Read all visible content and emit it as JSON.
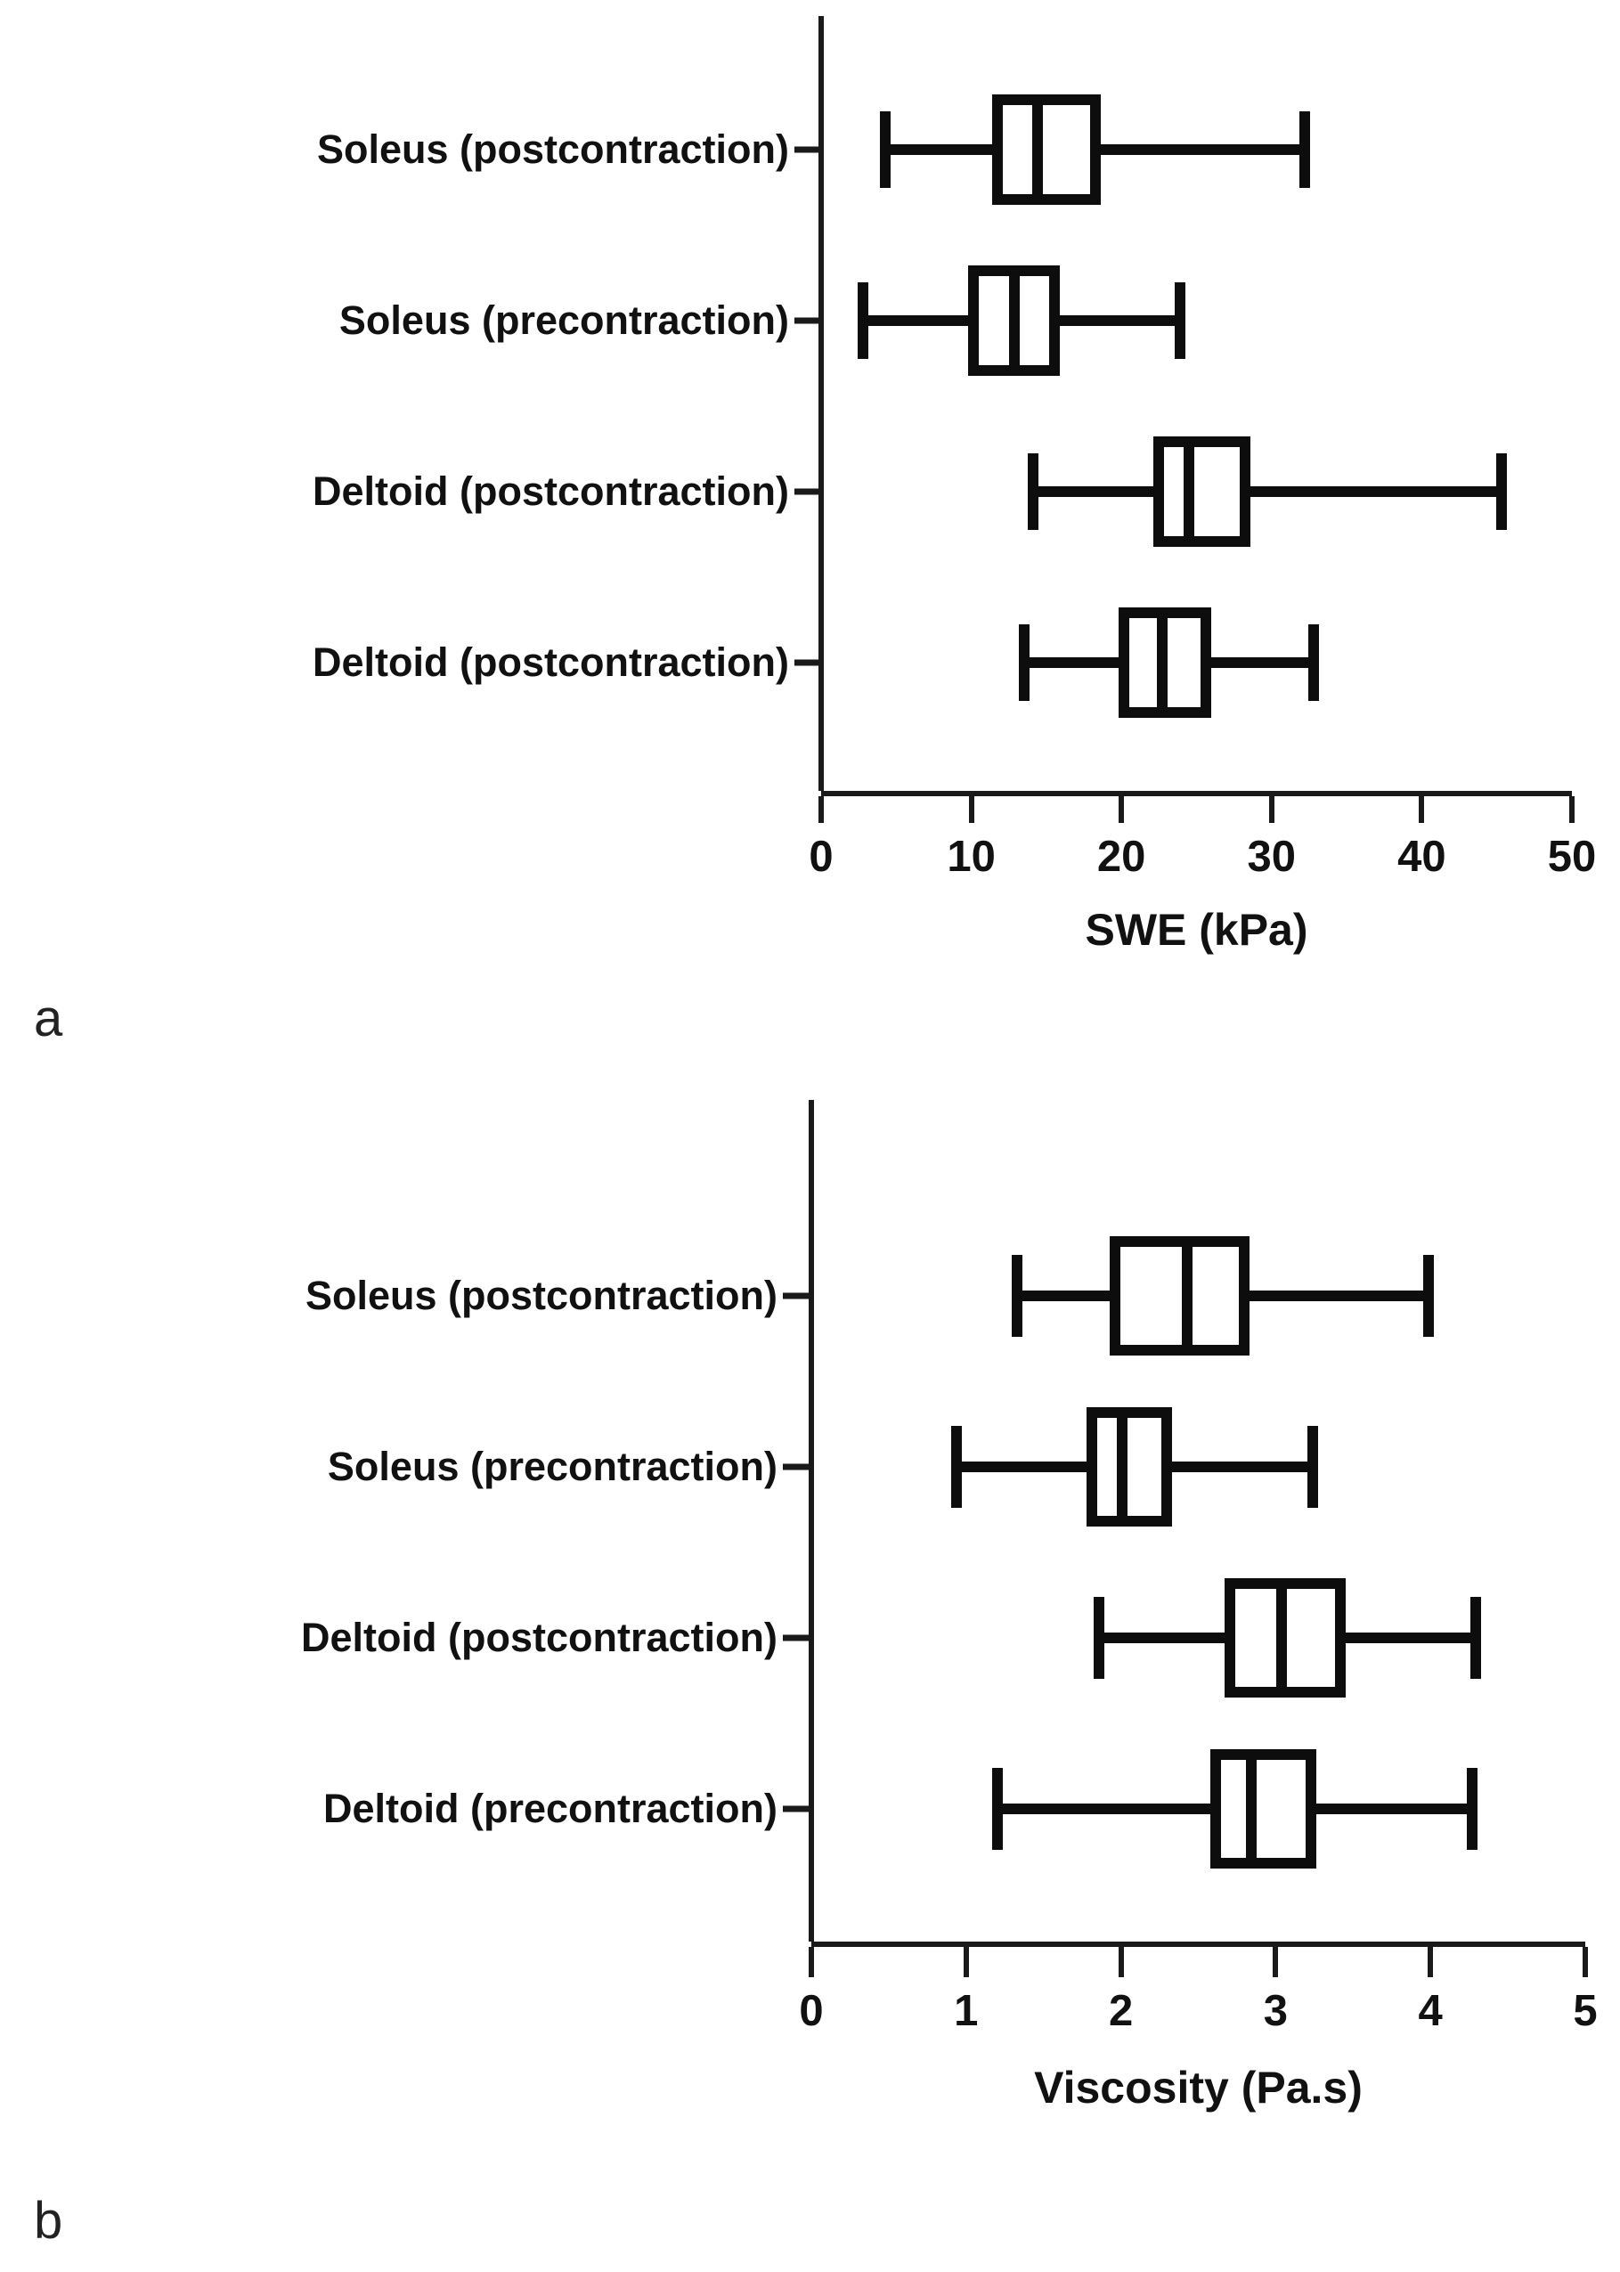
{
  "figure": {
    "panels": [
      {
        "letter": "a"
      },
      {
        "letter": "b"
      }
    ]
  },
  "chart_data": [
    {
      "type": "box",
      "panel": "a",
      "title": "",
      "xlabel": "SWE (kPa)",
      "ylabel": "",
      "xlim": [
        0,
        50
      ],
      "xticks": [
        0,
        10,
        20,
        30,
        40,
        50
      ],
      "xticklabels": [
        "0",
        "10",
        "20",
        "30",
        "40",
        "50"
      ],
      "grid": false,
      "legend": "none",
      "orientation": "horizontal",
      "categories": [
        "Soleus (postcontraction)",
        "Soleus (precontraction)",
        "Deltoid (postcontraction)",
        "Deltoid (postcontraction)"
      ],
      "boxes": [
        {
          "label": "Soleus (postcontraction)",
          "whisker_low": 4.3,
          "q1": 11.4,
          "median": 14.4,
          "q3": 18.6,
          "whisker_high": 32.2
        },
        {
          "label": "Soleus (precontraction)",
          "whisker_low": 2.8,
          "q1": 9.8,
          "median": 12.9,
          "q3": 15.9,
          "whisker_high": 23.9
        },
        {
          "label": "Deltoid (postcontraction)",
          "whisker_low": 14.1,
          "q1": 22.1,
          "median": 24.5,
          "q3": 28.6,
          "whisker_high": 45.3
        },
        {
          "label": "Deltoid (postcontraction)",
          "whisker_low": 13.5,
          "q1": 19.8,
          "median": 22.7,
          "q3": 26.0,
          "whisker_high": 32.8
        }
      ]
    },
    {
      "type": "box",
      "panel": "b",
      "title": "",
      "xlabel": "Viscosity (Pa.s)",
      "ylabel": "",
      "xlim": [
        0,
        5
      ],
      "xticks": [
        0,
        1,
        2,
        3,
        4,
        5
      ],
      "xticklabels": [
        "0",
        "1",
        "2",
        "3",
        "4",
        "5"
      ],
      "grid": false,
      "legend": "none",
      "orientation": "horizontal",
      "categories": [
        "Soleus (postcontraction)",
        "Soleus (precontraction)",
        "Deltoid (postcontraction)",
        "Deltoid (precontraction)"
      ],
      "boxes": [
        {
          "label": "Soleus (postcontraction)",
          "whisker_low": 1.33,
          "q1": 1.93,
          "median": 2.43,
          "q3": 2.83,
          "whisker_high": 3.99
        },
        {
          "label": "Soleus (precontraction)",
          "whisker_low": 0.94,
          "q1": 1.78,
          "median": 2.01,
          "q3": 2.33,
          "whisker_high": 3.24
        },
        {
          "label": "Deltoid (postcontraction)",
          "whisker_low": 1.86,
          "q1": 2.67,
          "median": 3.04,
          "q3": 3.45,
          "whisker_high": 4.29
        },
        {
          "label": "Deltoid (precontraction)",
          "whisker_low": 1.2,
          "q1": 2.58,
          "median": 2.84,
          "q3": 3.26,
          "whisker_high": 4.27
        }
      ]
    }
  ],
  "colors": {
    "stroke": "#0d0d0d",
    "axis": "#1a1a1a",
    "background": "#ffffff",
    "box_fill": "#ffffff"
  }
}
